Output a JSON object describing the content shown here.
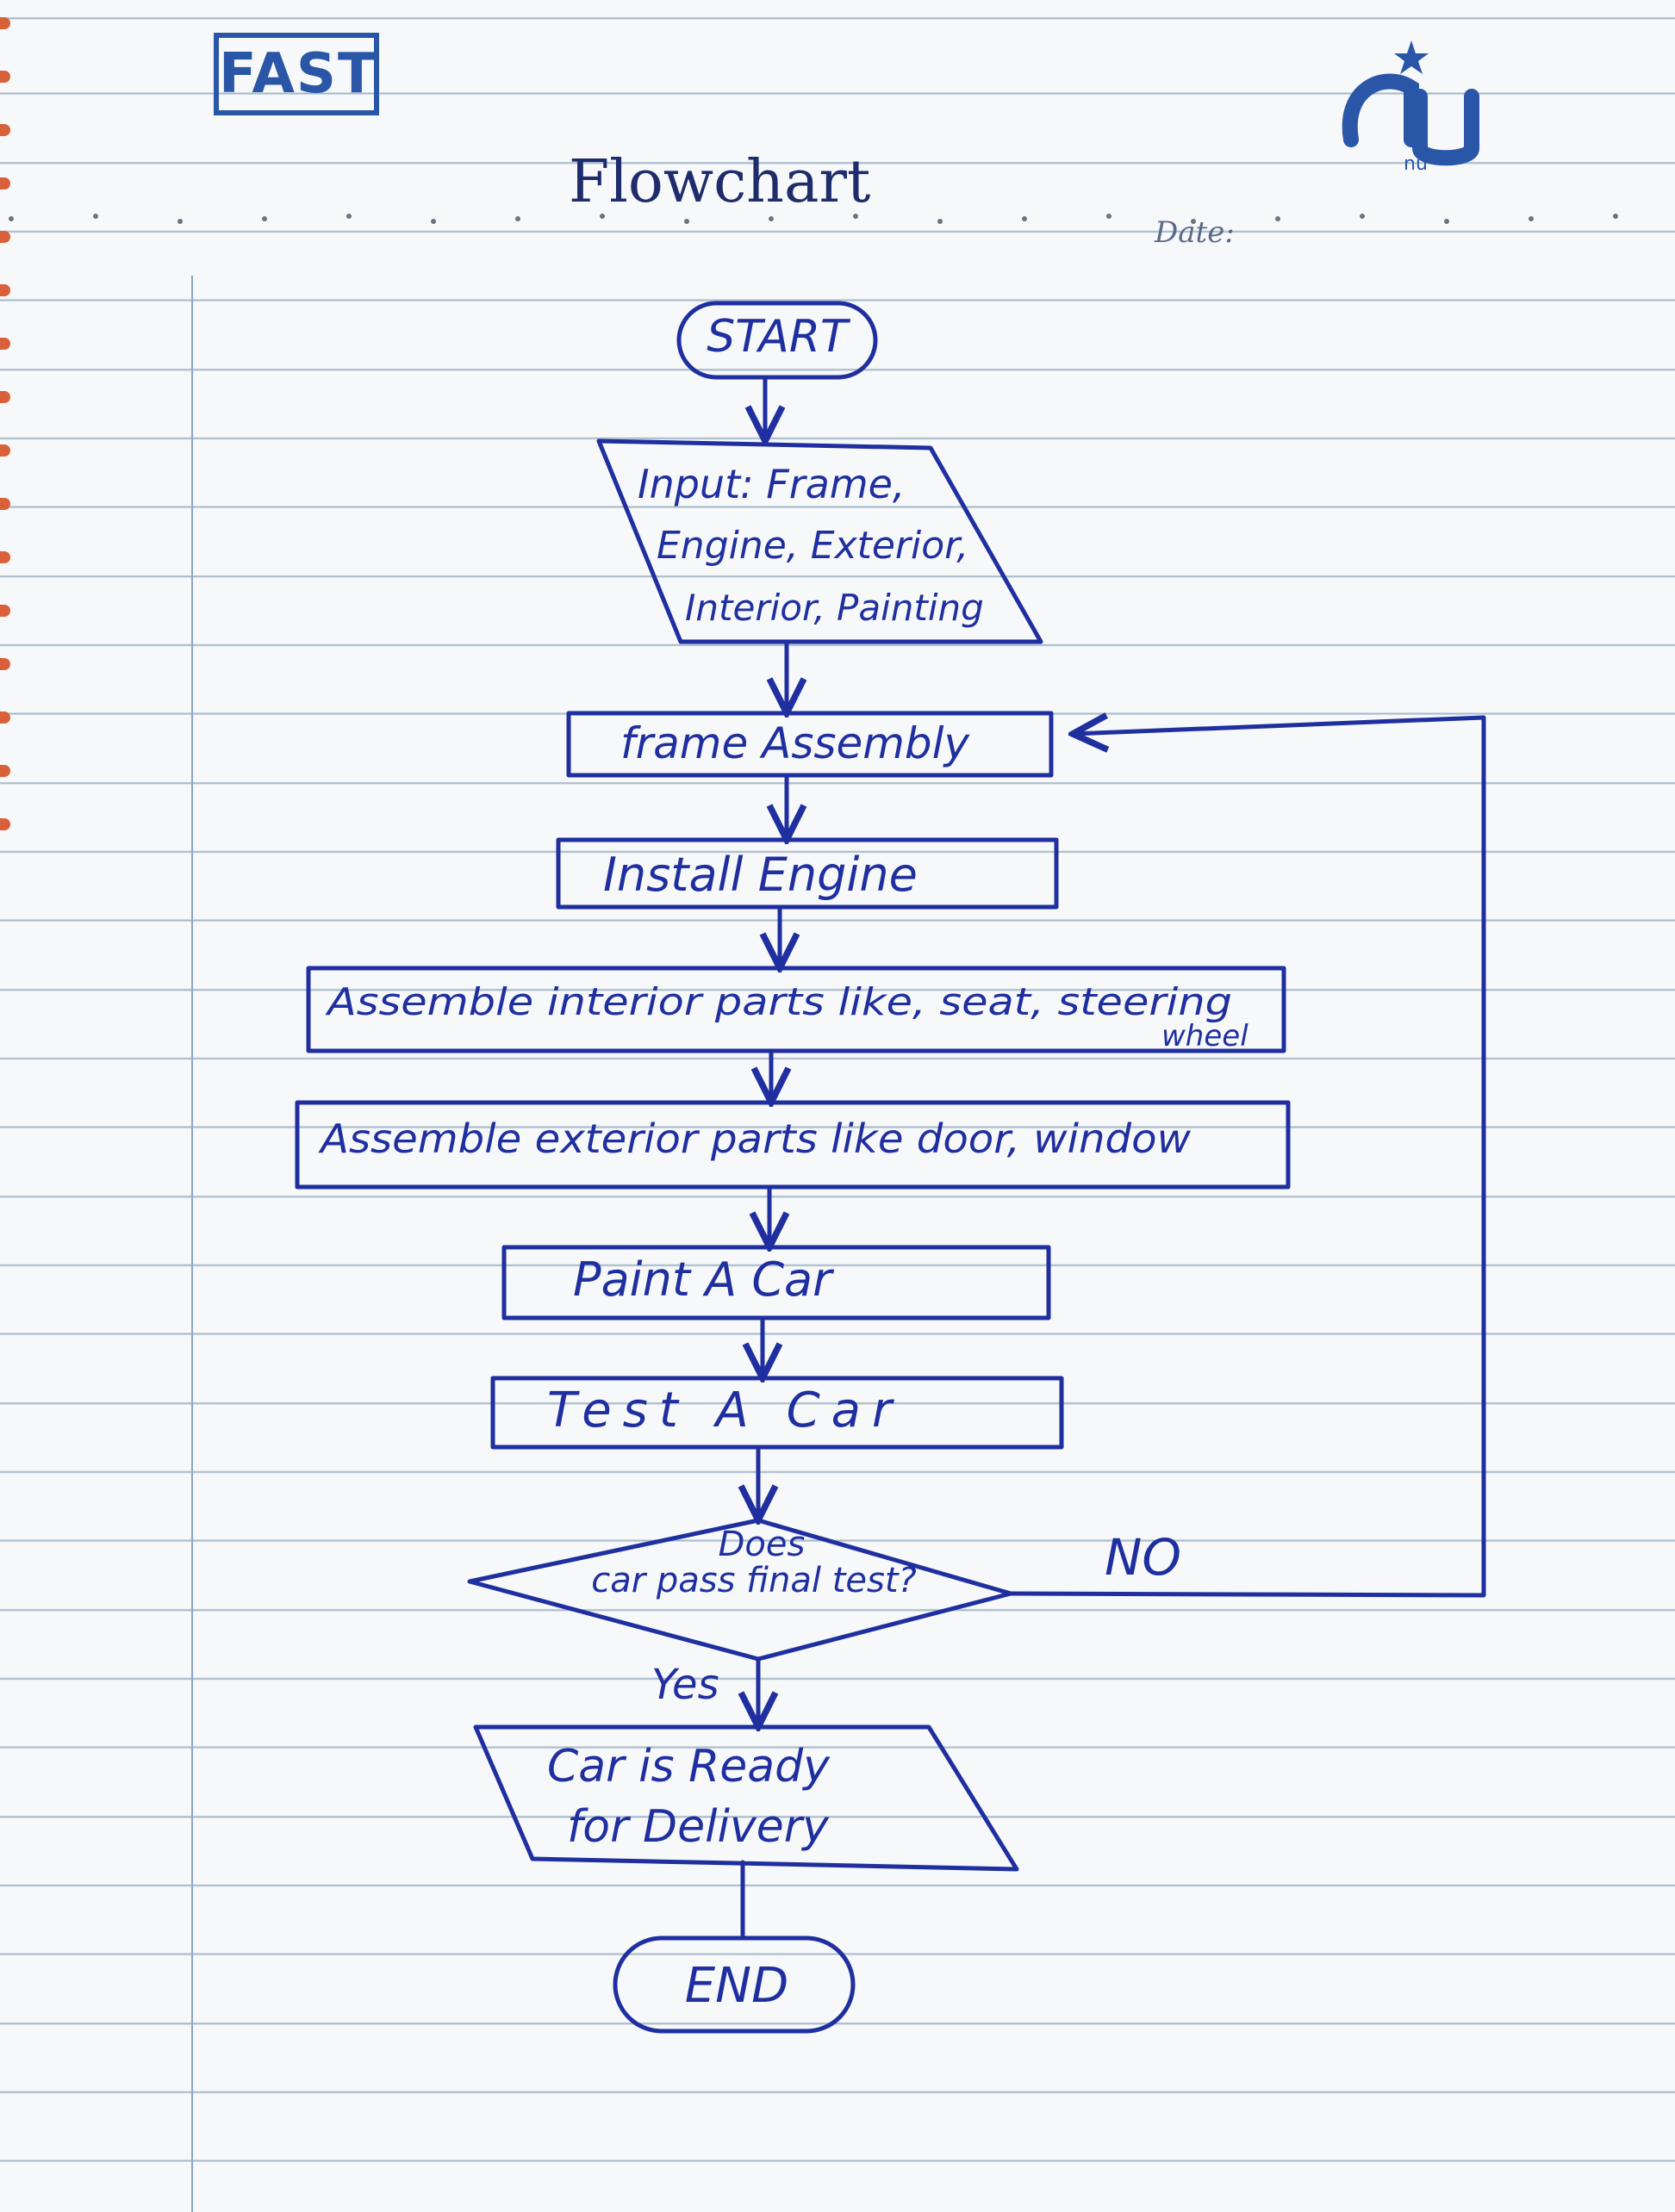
{
  "header": {
    "title": "Flowchart",
    "date_label": "Date:",
    "logo_left": "FAST",
    "logo_right": "nu"
  },
  "flowchart": {
    "start": "START",
    "input": [
      "Input: Frame,",
      "Engine, Exterior,",
      "Interior, Painting"
    ],
    "frame_assembly": "frame Assembly",
    "install_engine": "Install Engine",
    "assemble_interior": "Assemble interior parts like, seat, steering",
    "assemble_interior_extra": "wheel",
    "assemble_exterior": "Assemble exterior parts like door, window",
    "paint": "Paint A Car",
    "test": "Test A Car",
    "decision": [
      "Does",
      "car pass final test?"
    ],
    "no_label": "NO",
    "yes_label": "Yes",
    "output": [
      "Car is Ready",
      "for Delivery"
    ],
    "end": "END"
  },
  "colors": {
    "ink": "#1f2fa0",
    "rule_lines": "#a9bccd",
    "margin": "#8aa6c4",
    "logo": "#2a56a8"
  }
}
